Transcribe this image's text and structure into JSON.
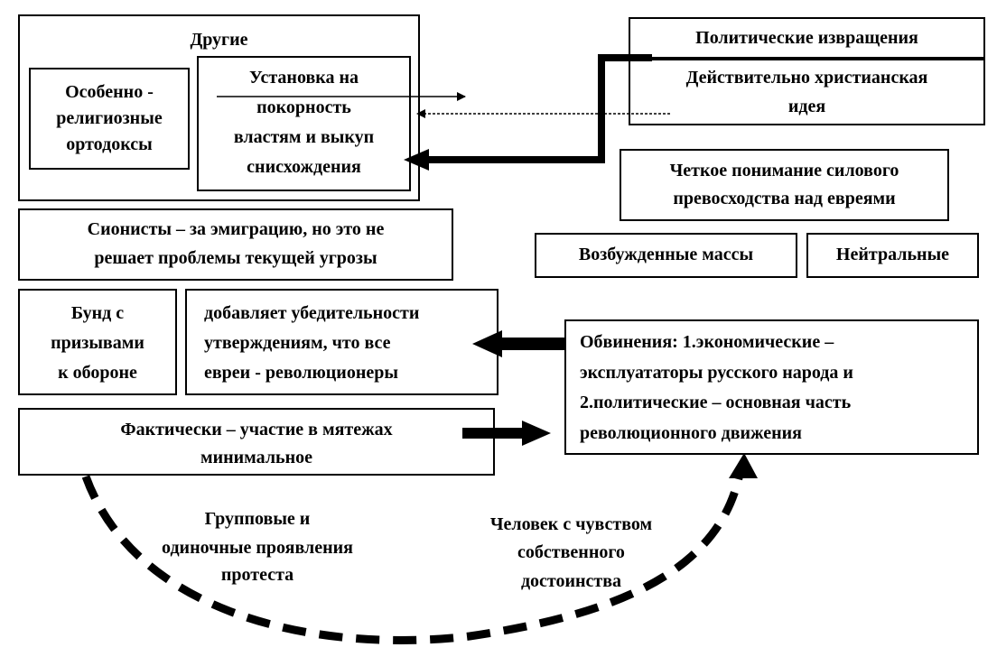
{
  "boxes": {
    "others_title": "Другие",
    "orthodox_l1": "Особенно -",
    "orthodox_l2": "религиозные",
    "orthodox_l3": "ортодоксы",
    "submission_l1": "Установка на",
    "submission_l2": "покорность",
    "submission_l3": "властям и выкуп",
    "submission_l4": "снисхождения",
    "political_perversions": "Политические извращения",
    "christian_l1": "Действительно христианская",
    "christian_l2": "идея",
    "superiority_l1": "Четкое понимание силового",
    "superiority_l2": "превосходства над евреями",
    "zionists_l1": "Сионисты – за эмиграцию, но это не",
    "zionists_l2": "решает проблемы текущей угрозы",
    "masses": "Возбужденные массы",
    "neutral": "Нейтральные",
    "bund_l1": "Бунд с",
    "bund_l2": "призывами",
    "bund_l3": "к обороне",
    "adds_l1": "добавляет убедительности",
    "adds_l2": "утверждениям, что все",
    "adds_l3": "евреи - революционеры",
    "accusations_l1": "Обвинения: 1.экономические –",
    "accusations_l2": "эксплуататоры русского народа и",
    "accusations_l3": "2.политические – основная часть",
    "accusations_l4": "революционного движения",
    "fact_l1": "Фактически – участие в мятежах",
    "fact_l2": "минимальное"
  },
  "free_text": {
    "group_l1": "Групповые и",
    "group_l2": "одиночные проявления",
    "group_l3": "протеста",
    "dignity_l1": "Человек с чувством",
    "dignity_l2": "собственного",
    "dignity_l3": "достоинства"
  }
}
